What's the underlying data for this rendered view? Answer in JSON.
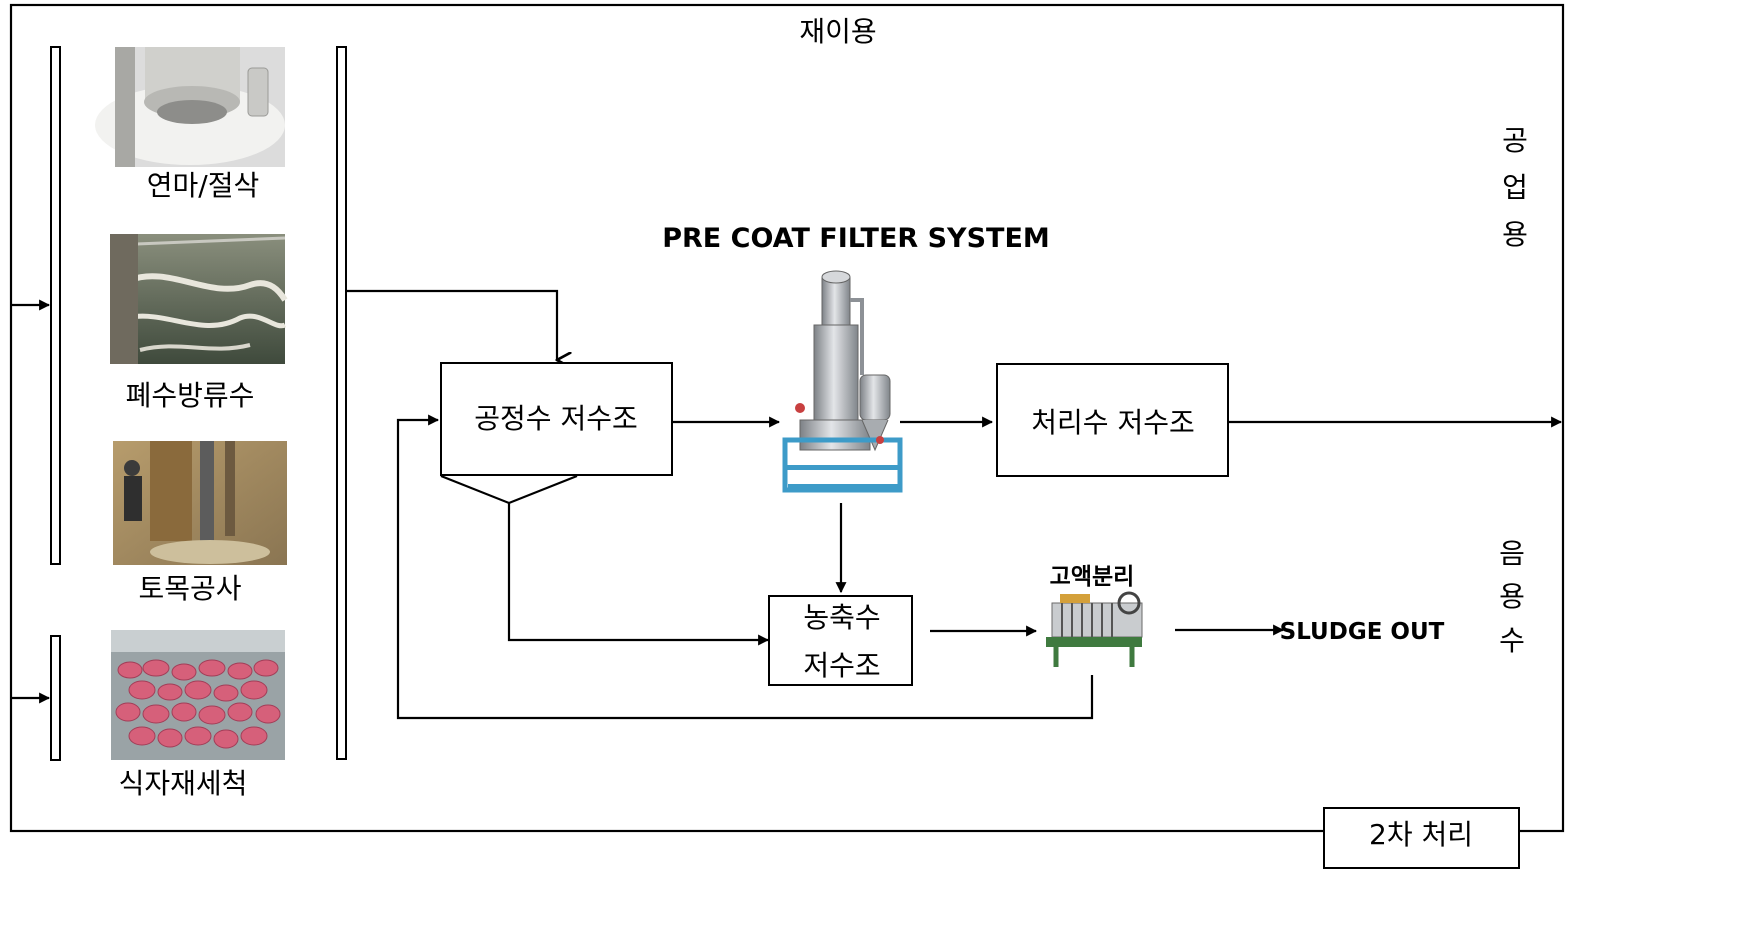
{
  "title": "PRE COAT FILTER SYSTEM",
  "reuse_label": "재이용",
  "sources": [
    {
      "label": "연마/절삭",
      "icon": "grinding-machine-photo"
    },
    {
      "label": "폐수방류수",
      "icon": "wastewater-basin-photo"
    },
    {
      "label": "토목공사",
      "icon": "civil-construction-photo"
    },
    {
      "label": "식자재세척",
      "icon": "food-washing-photo"
    }
  ],
  "tanks": {
    "process": "공정수 저수조",
    "treated": "처리수 저수조",
    "concentrate_line1": "농축수",
    "concentrate_line2": "저수조"
  },
  "separator_label": "고액분리",
  "sludge_out": "SLUDGE OUT",
  "outputs": {
    "industrial": [
      "공",
      "업",
      "용"
    ],
    "drinking": [
      "음",
      "용",
      "수"
    ]
  },
  "secondary_treatment": "2차 처리",
  "colors": {
    "line": "#000000",
    "filter_frame": "#3d9bc8",
    "steel": "#b9bcc0",
    "sludge_pink": "#d6607a"
  }
}
